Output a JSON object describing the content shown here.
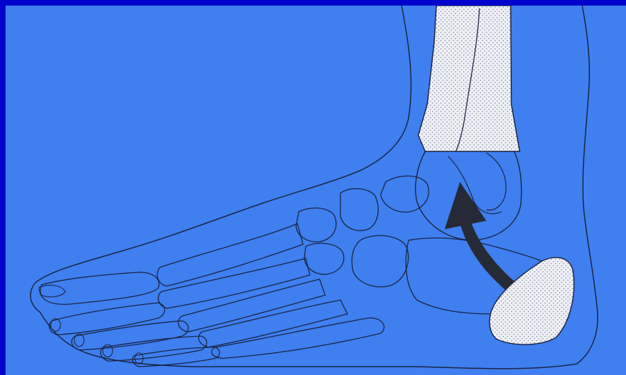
{
  "colors": {
    "frame": "#0000cc",
    "background": "#3f7ff0",
    "outline": "#1a2340",
    "stippled_bone": "#eef0f6",
    "arrow": "#262a36"
  },
  "figure": {
    "subject": "foot-and-ankle-bones-lateral-view",
    "highlighted_bones": [
      "tibia-fibula",
      "calcaneus-heel"
    ],
    "arrow_direction": "up-and-forward"
  }
}
